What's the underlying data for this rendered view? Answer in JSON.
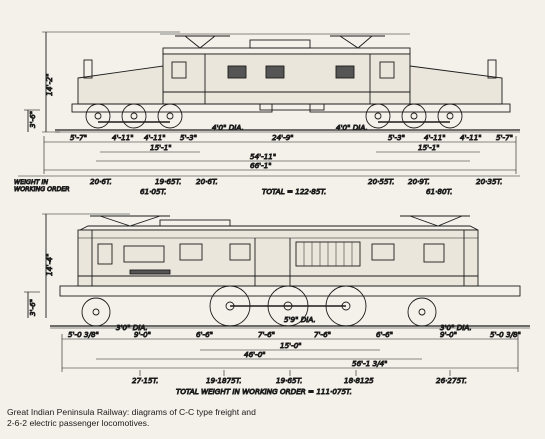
{
  "caption": [
    "Great Indian Peninsula Railway: diagrams of C-C type freight and",
    "2-6-2 electric passenger locomotives."
  ],
  "top": {
    "height": "14'-2\"",
    "rail_height": "3'-6\"",
    "wheel_dia_left": "4'0\" DIA.",
    "wheel_dia_right": "4'0\" DIA.",
    "dims_row1": [
      "5'-7\"",
      "4'-11\"",
      "4'-11\"",
      "5'-3\"",
      "24'-9\"",
      "5'-3\"",
      "4'-11\"",
      "4'-11\"",
      "5'-7\""
    ],
    "dims_row2_left": "15'-1\"",
    "dims_row2_right": "15'-1\"",
    "dims_row3": "54'-11\"",
    "dims_row4": "66'-1\"",
    "weight_label_1": "WEIGHT IN",
    "weight_label_2": "WORKING ORDER",
    "weights": [
      "20·6T.",
      "19·65T.",
      "20·6T.",
      "20·55T.",
      "20·9T.",
      "20·35T."
    ],
    "bogie_left": "61·05T.",
    "bogie_right": "61·80T.",
    "total": "TOTAL = 122·85T."
  },
  "bottom": {
    "height": "14'-4\"",
    "rail_height": "3'-6\"",
    "pony_dia_left": "3'0\" DIA.",
    "driver_dia": "5'9\" DIA.",
    "pony_dia_right": "3'0\" DIA.",
    "dims_row1": [
      "5'-0 3/8\"",
      "9'-0\"",
      "6'-6\"",
      "7'-6\"",
      "7'-6\"",
      "6'-6\"",
      "9'-0\"",
      "5'-0 3/8\""
    ],
    "dims_row2": "15'-0\"",
    "dims_row3": "46'-0\"",
    "dims_row4": "56'-1 3/4\"",
    "weights": [
      "27·15T.",
      "19·1875T.",
      "19·65T.",
      "18·8125",
      "26·275T."
    ],
    "total": "TOTAL WEIGHT IN WORKING ORDER  =  111·075T."
  }
}
